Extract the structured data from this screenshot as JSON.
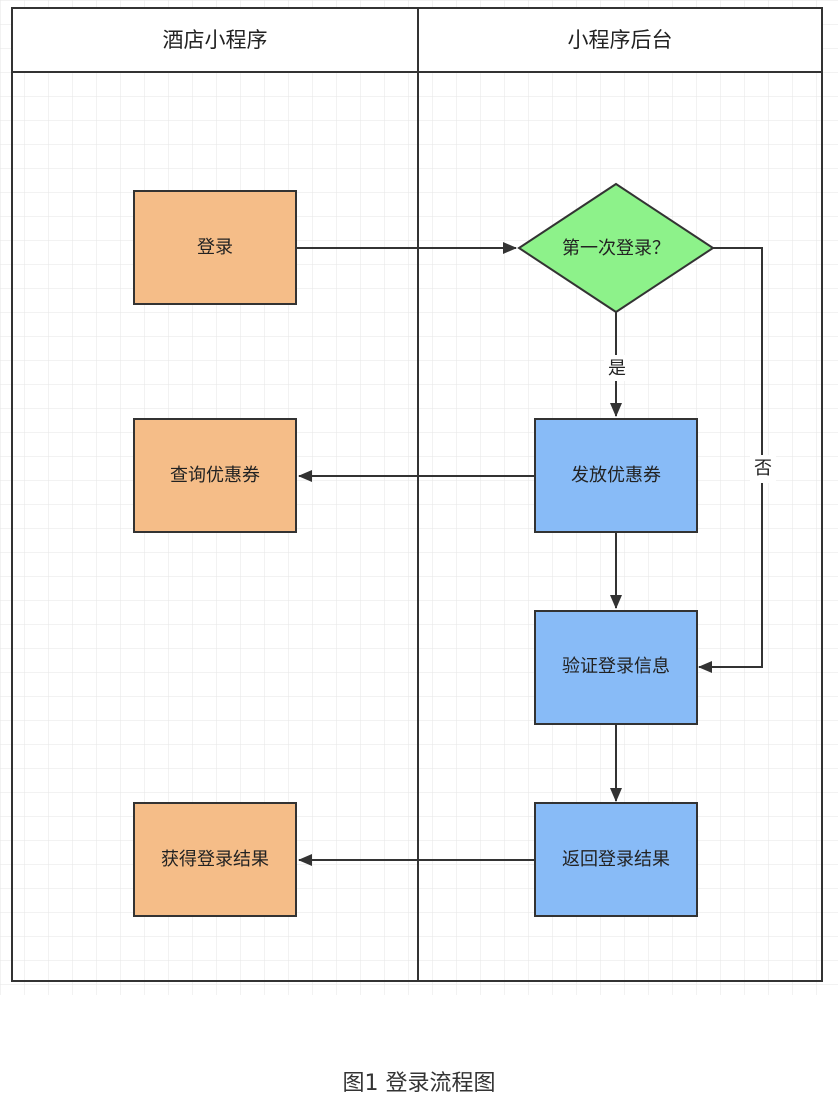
{
  "lanes": [
    {
      "title": "酒店小程序"
    },
    {
      "title": "小程序后台"
    }
  ],
  "nodes": {
    "login": "登录",
    "first_login": "第一次登录？",
    "issue_coupon": "发放优惠券",
    "query_coupon": "查询优惠券",
    "verify_login": "验证登录信息",
    "return_result": "返回登录结果",
    "get_result": "获得登录结果"
  },
  "edges": {
    "yes_label": "是",
    "no_label": "否"
  },
  "colors": {
    "orange_node": "#F5BD88",
    "blue_node": "#88BBF7",
    "green_decision": "#8DF28A",
    "grid": "#E6E6E6",
    "line": "#333333"
  },
  "caption": "图1 登录流程图"
}
